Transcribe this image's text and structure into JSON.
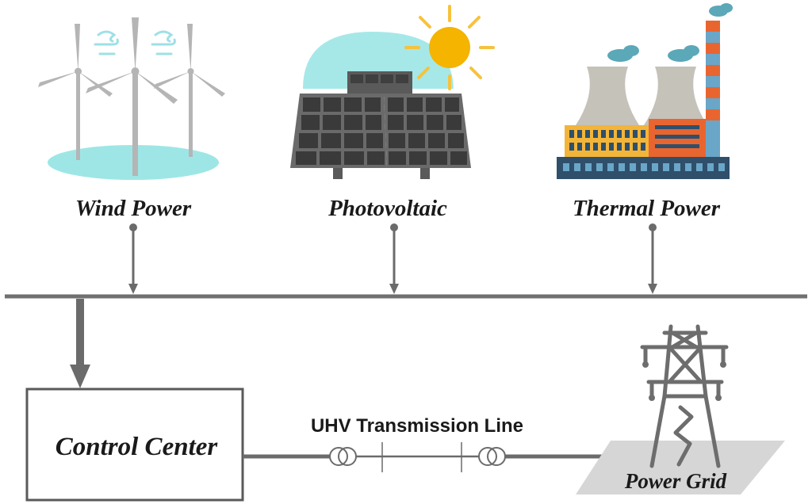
{
  "sources": {
    "wind": {
      "label": "Wind Power"
    },
    "pv": {
      "label": "Photovoltaic"
    },
    "thermal": {
      "label": "Thermal Power"
    }
  },
  "control_center": {
    "label": "Control Center"
  },
  "transmission": {
    "label": "UHV Transmission Line"
  },
  "grid": {
    "label": "Power Grid"
  },
  "colors": {
    "line": "#707070",
    "turbine": "#b5b5b5",
    "ground_teal": "#9ee6e6",
    "sun": "#f4b400",
    "sun_rays": "#f6c23e",
    "panel_frame": "#5a5a5a",
    "panel_cell": "#3f3f3f",
    "tower_gray": "#c5c2ba",
    "factory_yellow": "#f2b53a",
    "factory_orange": "#e9652f",
    "factory_navy": "#2f4f6b",
    "chimney_blue": "#6aa6c8",
    "smoke": "#5aa8b8",
    "pylon": "#6d6d6d",
    "grid_ground": "#d6d6d6"
  }
}
